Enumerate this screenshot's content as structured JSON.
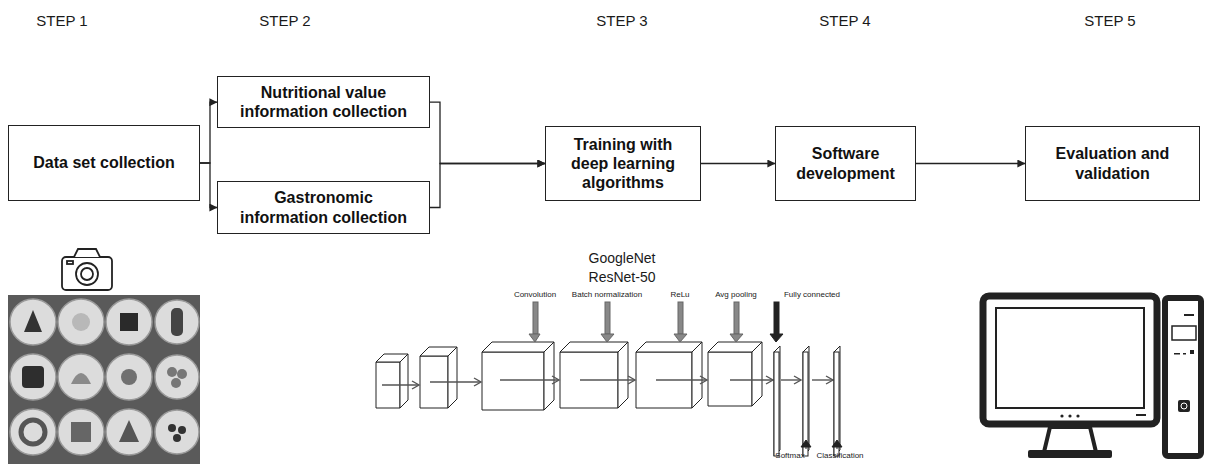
{
  "diagram": {
    "nodes": [
      {
        "text": [
          "Data set collection"
        ]
      },
      {
        "text": [
          "Nutritional value information collection"
        ]
      },
      {
        "text": [
          "Gastronomic information collection"
        ]
      },
      {
        "text": [
          "Training with deep learning algorithms"
        ]
      },
      {
        "text": [
          "Software development"
        ]
      },
      {
        "text": [
          "Evaluation and validation"
        ]
      }
    ],
    "edges": [
      {
        "from": 0,
        "to": 1,
        "arrow": "to"
      },
      {
        "from": 0,
        "to": 2,
        "arrow": "to"
      },
      {
        "from": 1,
        "to": 3,
        "arrow": "to"
      },
      {
        "from": 2,
        "to": 3,
        "arrow": "to"
      },
      {
        "from": 3,
        "to": 4,
        "arrow": "to"
      },
      {
        "from": 4,
        "to": 5,
        "arrow": "to"
      }
    ],
    "labels": [
      "STEP 1",
      "STEP 2",
      "STEP 3",
      "STEP 4",
      "STEP 5",
      "GoogleNet",
      "ResNet-50",
      "Convolution",
      "Batch normalization",
      "ReLu",
      "Avg pooling",
      "Fully connected",
      "Softmax",
      "Classification"
    ]
  }
}
